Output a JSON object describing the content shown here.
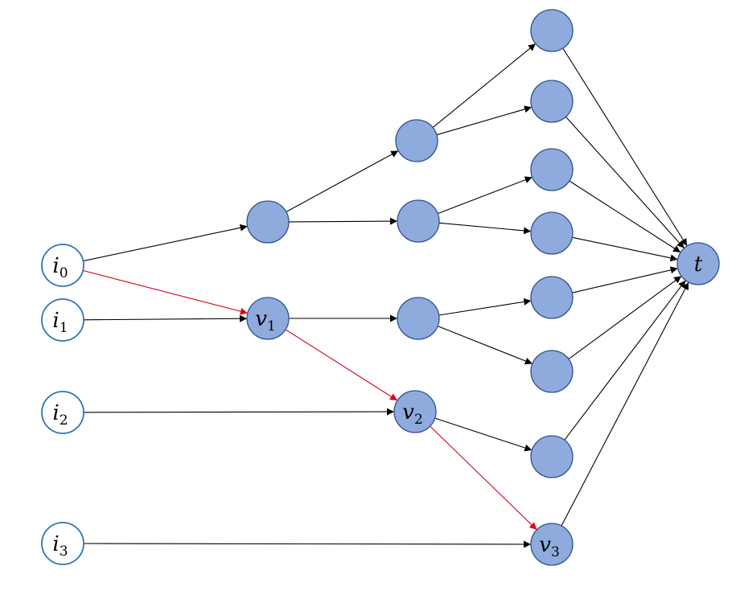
{
  "colors": {
    "node_fill": "#8FAADC",
    "node_stroke": "#2F528F",
    "input_stroke": "#2E75B6",
    "edge": "#000000",
    "highlight_edge": "#D0021B"
  },
  "nodes": [
    {
      "id": "i0",
      "kind": "input",
      "label": "i",
      "sub": "0"
    },
    {
      "id": "i1",
      "kind": "input",
      "label": "i",
      "sub": "1"
    },
    {
      "id": "i2",
      "kind": "input",
      "label": "i",
      "sub": "2"
    },
    {
      "id": "i3",
      "kind": "input",
      "label": "i",
      "sub": "3"
    },
    {
      "id": "a1",
      "kind": "internal",
      "label": "",
      "sub": ""
    },
    {
      "id": "v1",
      "kind": "internal",
      "label": "v",
      "sub": "1"
    },
    {
      "id": "b1",
      "kind": "internal",
      "label": "",
      "sub": ""
    },
    {
      "id": "b2",
      "kind": "internal",
      "label": "",
      "sub": ""
    },
    {
      "id": "b3",
      "kind": "internal",
      "label": "",
      "sub": ""
    },
    {
      "id": "v2",
      "kind": "internal",
      "label": "v",
      "sub": "2"
    },
    {
      "id": "c1",
      "kind": "internal",
      "label": "",
      "sub": ""
    },
    {
      "id": "c2",
      "kind": "internal",
      "label": "",
      "sub": ""
    },
    {
      "id": "c3",
      "kind": "internal",
      "label": "",
      "sub": ""
    },
    {
      "id": "c4",
      "kind": "internal",
      "label": "",
      "sub": ""
    },
    {
      "id": "c5",
      "kind": "internal",
      "label": "",
      "sub": ""
    },
    {
      "id": "c6",
      "kind": "internal",
      "label": "",
      "sub": ""
    },
    {
      "id": "c7",
      "kind": "internal",
      "label": "",
      "sub": ""
    },
    {
      "id": "v3",
      "kind": "internal",
      "label": "v",
      "sub": "3"
    },
    {
      "id": "t",
      "kind": "internal",
      "label": "t",
      "sub": ""
    }
  ],
  "edges": [
    {
      "from": "i0",
      "to": "a1",
      "highlight": false
    },
    {
      "from": "i0",
      "to": "v1",
      "highlight": true
    },
    {
      "from": "i1",
      "to": "v1",
      "highlight": false
    },
    {
      "from": "i2",
      "to": "v2",
      "highlight": false
    },
    {
      "from": "i3",
      "to": "v3",
      "highlight": false
    },
    {
      "from": "a1",
      "to": "b1",
      "highlight": false
    },
    {
      "from": "a1",
      "to": "b2",
      "highlight": false
    },
    {
      "from": "v1",
      "to": "b3",
      "highlight": false
    },
    {
      "from": "v1",
      "to": "v2",
      "highlight": true
    },
    {
      "from": "b1",
      "to": "c1",
      "highlight": false
    },
    {
      "from": "b1",
      "to": "c2",
      "highlight": false
    },
    {
      "from": "b2",
      "to": "c3",
      "highlight": false
    },
    {
      "from": "b2",
      "to": "c4",
      "highlight": false
    },
    {
      "from": "b3",
      "to": "c5",
      "highlight": false
    },
    {
      "from": "b3",
      "to": "c6",
      "highlight": false
    },
    {
      "from": "v2",
      "to": "c7",
      "highlight": false
    },
    {
      "from": "v2",
      "to": "v3",
      "highlight": true
    },
    {
      "from": "c1",
      "to": "t",
      "highlight": false
    },
    {
      "from": "c2",
      "to": "t",
      "highlight": false
    },
    {
      "from": "c3",
      "to": "t",
      "highlight": false
    },
    {
      "from": "c4",
      "to": "t",
      "highlight": false
    },
    {
      "from": "c5",
      "to": "t",
      "highlight": false
    },
    {
      "from": "c6",
      "to": "t",
      "highlight": false
    },
    {
      "from": "c7",
      "to": "t",
      "highlight": false
    },
    {
      "from": "v3",
      "to": "t",
      "highlight": false
    }
  ]
}
